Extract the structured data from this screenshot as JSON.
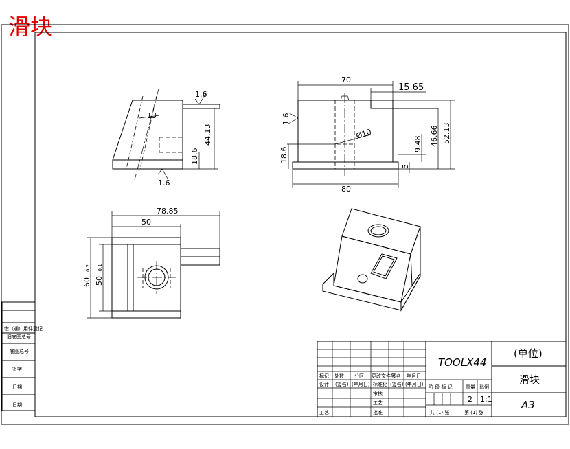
{
  "title": "滑块",
  "dimensions": {
    "front_width": "70",
    "front_slot": "15.65",
    "front_base": "80",
    "front_height_total": "52.13",
    "front_height_inner": "46.66",
    "front_slot_depth": "9.48",
    "front_step": "5",
    "front_hole": "Ø10",
    "front_left_h": "18.6",
    "front_rough": "1.6",
    "side_rough_top": "1.6",
    "side_rough_bottom": "1.6",
    "side_angle": "13",
    "side_height": "44.13",
    "side_low": "18.6",
    "top_total": "78.85",
    "top_50": "50",
    "top_h_outer": "60",
    "top_h_inner": "50",
    "top_tol1": "0.2",
    "top_tol2": "-0.1"
  },
  "left_strip": {
    "row1": "借（通）用件登记",
    "row2": "旧底图总号",
    "row3": "底图总号",
    "row4": "签字",
    "row5": "日期"
  },
  "title_block": {
    "drawing_no": "TOOLX44",
    "unit": "(单位)",
    "part_name": "滑块",
    "sheet_size": "A3",
    "hdr1": "标记",
    "hdr2": "处数",
    "hdr3": "分区",
    "hdr4": "更改文件号",
    "hdr5": "签名",
    "hdr6": "年月日",
    "design": "设计",
    "sign1": "(签名)",
    "date1": "(年月日)",
    "standard": "标准化",
    "sign2": "(签名)",
    "date2": "(年月日)",
    "review": "审核",
    "process": "工艺",
    "approve": "批准",
    "stage": "阶 段 标 记",
    "weight": "重量",
    "scale_label": "比例",
    "weight_val": "2",
    "scale_val": "1:1",
    "sheets": "共 (1) 张",
    "sheet_no": "第 (1) 张"
  }
}
